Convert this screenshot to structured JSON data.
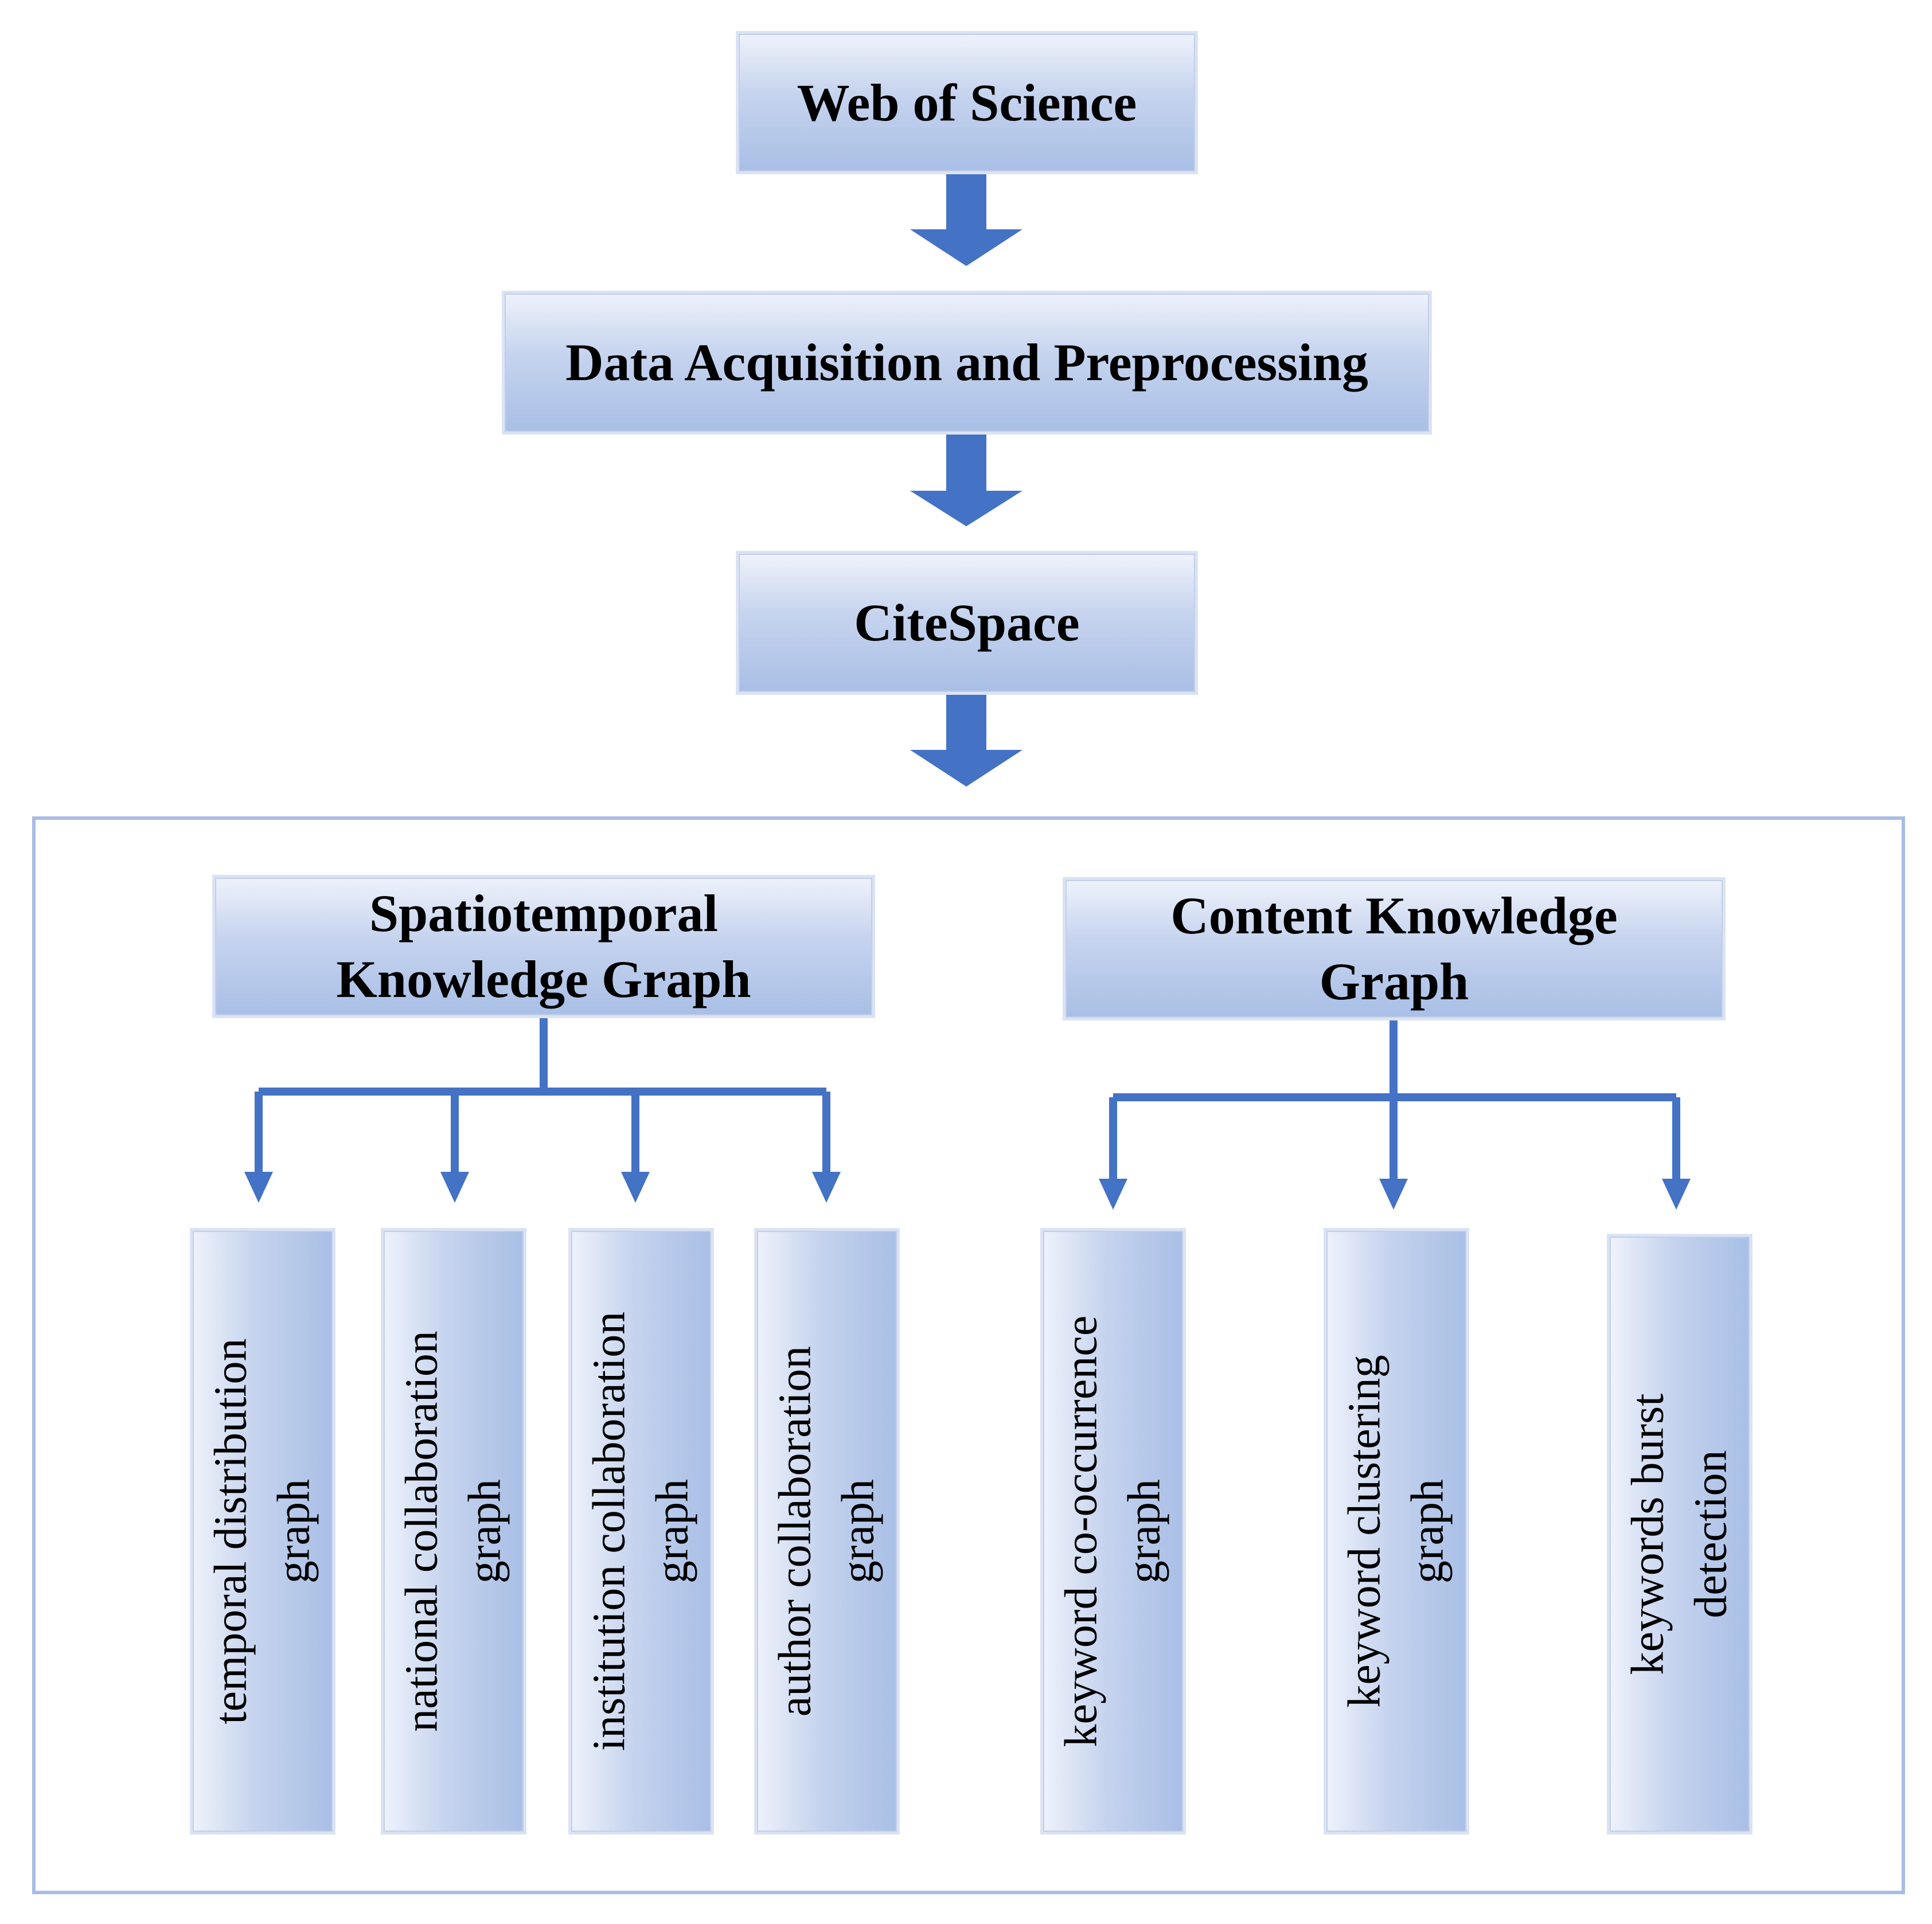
{
  "accent_color": "#4472c4",
  "flow": {
    "step1": "Web of Science",
    "step2": "Data Acquisition and Preprocessing",
    "step3": "CiteSpace"
  },
  "spatiotemporal": {
    "title_line1": "Spatiotemporal",
    "title_line2": "Knowledge Graph",
    "items": [
      {
        "line1": "temporal distribution",
        "line2": "graph"
      },
      {
        "line1": "national collaboration",
        "line2": "graph"
      },
      {
        "line1": "institution collaboration",
        "line2": "graph"
      },
      {
        "line1": "author collaboration",
        "line2": "graph"
      }
    ]
  },
  "content": {
    "title_line1": "Content Knowledge",
    "title_line2": "Graph",
    "items": [
      {
        "line1": "keyword co-occurrence",
        "line2": "graph"
      },
      {
        "line1": "keyword clustering",
        "line2": "graph"
      },
      {
        "line1": "keywords burst",
        "line2": "detection"
      }
    ]
  }
}
